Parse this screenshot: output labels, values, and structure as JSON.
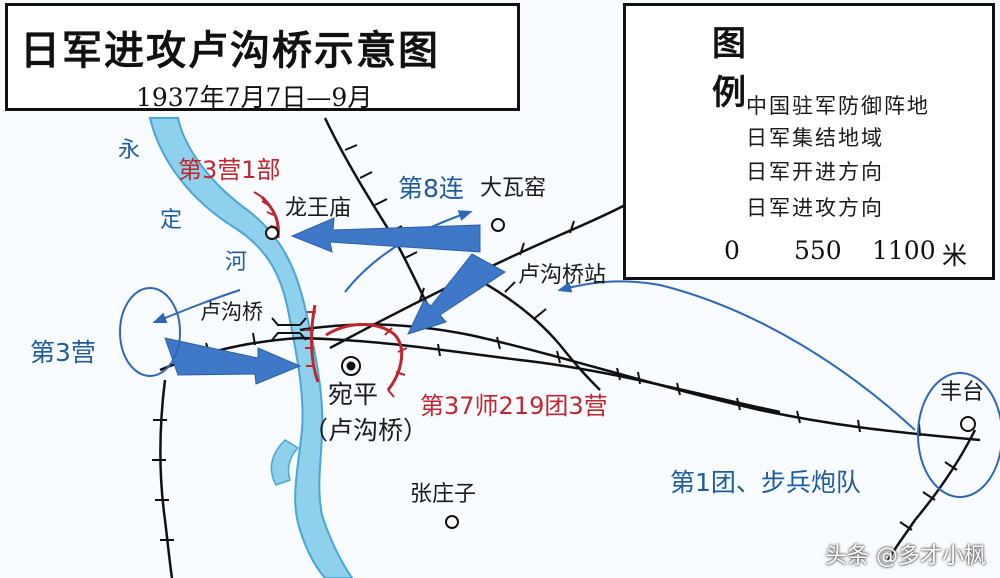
{
  "title": "日军进攻卢沟桥示意图",
  "subtitle": "1937年7月7日—9月",
  "legend": {
    "heading": "图　例",
    "items": [
      {
        "label": "中国驻军防御阵地",
        "icon": "defense-line-icon"
      },
      {
        "label": "日军集结地域",
        "icon": "assembly-ellipse-icon"
      },
      {
        "label": "日军开进方向",
        "icon": "thin-arrow-icon"
      },
      {
        "label": "日军进攻方向",
        "icon": "thick-arrow-icon"
      }
    ],
    "scale": {
      "ticks": [
        "0",
        "550",
        "1100"
      ],
      "unit": "米"
    }
  },
  "labels": {
    "river_1": "永",
    "river_2": "定",
    "river_3": "河",
    "unit_3_1": "第3营1部",
    "longwang": "龙王庙",
    "company_8": "第8连",
    "dawayao": "大瓦窑",
    "station": "卢沟桥站",
    "bridge": "卢沟桥",
    "battalion_3": "第3营",
    "wanping_1": "宛平",
    "wanping_2": "（卢沟桥）",
    "division_37": "第37师219团3营",
    "zhangzhuang": "张庄子",
    "fengtai": "丰台",
    "regiment_1": "第1团、步兵炮队"
  },
  "watermark": "头条 @多才小枫",
  "colors": {
    "river": "#8fd0ec",
    "river_edge": "#4aa6d4",
    "rail": "#111111",
    "defense": "#c0262d",
    "japan_arrow": "#3f78c7",
    "text_red": "#c0262d",
    "text_blue": "#1d5c9e"
  }
}
